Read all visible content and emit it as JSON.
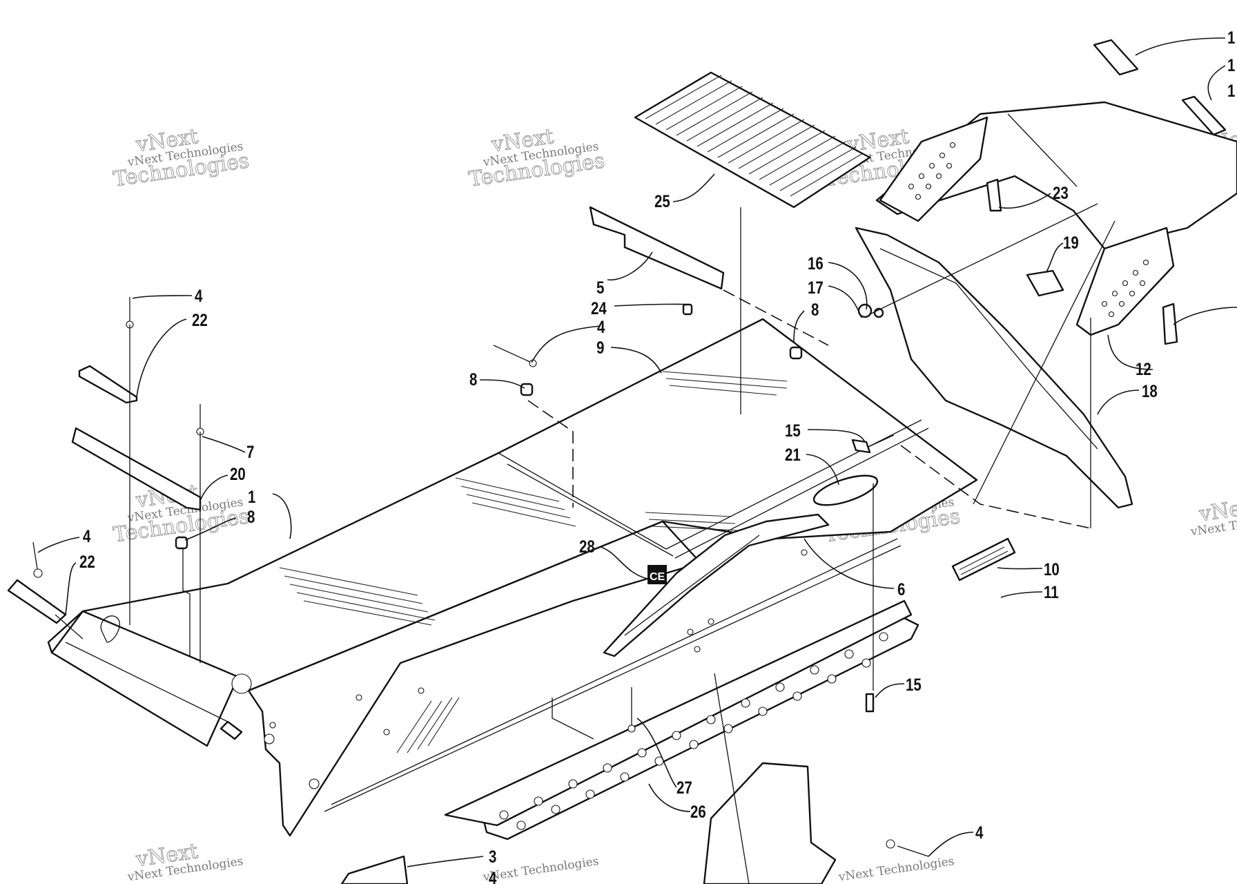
{
  "watermark": {
    "line1": "vNext",
    "line2": "vNext Technologies",
    "line3": "Technologies"
  },
  "callouts": [
    {
      "id": "c4a",
      "label": "4"
    },
    {
      "id": "c22a",
      "label": "22"
    },
    {
      "id": "c7",
      "label": "7"
    },
    {
      "id": "c20",
      "label": "20"
    },
    {
      "id": "c1",
      "label": "1"
    },
    {
      "id": "c8a",
      "label": "8"
    },
    {
      "id": "c4b",
      "label": "4"
    },
    {
      "id": "c22b",
      "label": "22"
    },
    {
      "id": "c25",
      "label": "25"
    },
    {
      "id": "c5",
      "label": "5"
    },
    {
      "id": "c24",
      "label": "24"
    },
    {
      "id": "c4c",
      "label": "4"
    },
    {
      "id": "c9",
      "label": "9"
    },
    {
      "id": "c8b",
      "label": "8"
    },
    {
      "id": "c8c",
      "label": "8"
    },
    {
      "id": "c28",
      "label": "28"
    },
    {
      "id": "c16",
      "label": "16"
    },
    {
      "id": "c17",
      "label": "17"
    },
    {
      "id": "c15a",
      "label": "15"
    },
    {
      "id": "c21",
      "label": "21"
    },
    {
      "id": "c23",
      "label": "23"
    },
    {
      "id": "c19",
      "label": "19"
    },
    {
      "id": "c12",
      "label": "12"
    },
    {
      "id": "c18",
      "label": "18"
    },
    {
      "id": "c10",
      "label": "10"
    },
    {
      "id": "c11",
      "label": "11"
    },
    {
      "id": "c6",
      "label": "6"
    },
    {
      "id": "c15b",
      "label": "15"
    },
    {
      "id": "c27",
      "label": "27"
    },
    {
      "id": "c26",
      "label": "26"
    },
    {
      "id": "c4d",
      "label": "4"
    },
    {
      "id": "c3",
      "label": "3"
    },
    {
      "id": "c4e",
      "label": "4"
    },
    {
      "id": "c1t1",
      "label": "1"
    },
    {
      "id": "c1t2",
      "label": "1"
    },
    {
      "id": "c1t3",
      "label": "1"
    }
  ],
  "ce_mark": "CE"
}
